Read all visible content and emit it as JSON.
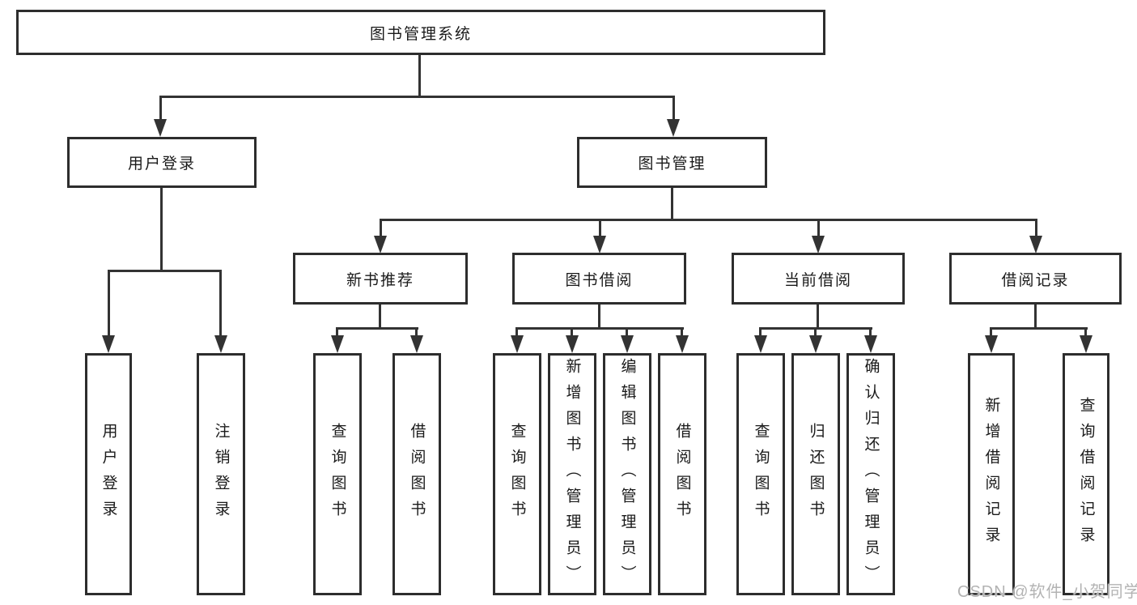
{
  "diagram": {
    "root": "图书管理系统",
    "level2": {
      "user_login": "用户登录",
      "book_management": "图书管理"
    },
    "level3": {
      "new_book_recommend": "新书推荐",
      "book_borrowing": "图书借阅",
      "current_borrowing": "当前借阅",
      "borrowing_records": "借阅记录"
    },
    "leaves": {
      "user": [
        "用户登录",
        "注销登录"
      ],
      "new_book": [
        "查询图书",
        "借阅图书"
      ],
      "borrowing": [
        "查询图书",
        "新增图书（管理员）",
        "编辑图书（管理员）",
        "借阅图书"
      ],
      "current": [
        "查询图书",
        "归还图书",
        "确认归还（管理员）"
      ],
      "records": [
        "新增借阅记录",
        "查询借阅记录"
      ]
    }
  },
  "watermark": "CSDN @软件_小贺同学",
  "colors": {
    "background": "#ffffff",
    "line": "#333333",
    "box_border": "#2d2d2d",
    "text": "#1a1a1a",
    "watermark_text": "#b3b3b3"
  }
}
